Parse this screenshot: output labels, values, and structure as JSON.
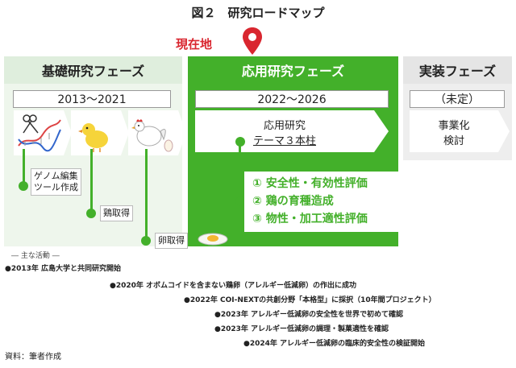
{
  "title": "図２　研究ロードマップ",
  "current_marker": {
    "label": "現在地",
    "icon": "location-pin-icon",
    "color": "#d9262f"
  },
  "phases": [
    {
      "name": "基礎研究フェーズ",
      "years": "2013〜2021"
    },
    {
      "name": "応用研究フェーズ",
      "years": "2022〜2026",
      "theme_line1": "応用研究",
      "theme_line2": "テーマ３本柱"
    },
    {
      "name": "実装フェーズ",
      "years": "（未定）",
      "box_line1": "事業化",
      "box_line2": "検討"
    }
  ],
  "pillars": [
    "① 安全性・有効性評価",
    "② 鶏の育種造成",
    "③ 物性・加工適性評価"
  ],
  "milestones": [
    {
      "label_line1": "ゲノム編集",
      "label_line2": "ツール作成"
    },
    {
      "label": "鶏取得"
    },
    {
      "label": "卵取得"
    }
  ],
  "illustrations": [
    "dna-scissors-icon",
    "chick-icon",
    "hen-and-egg-icon",
    "fried-egg-icon"
  ],
  "activities_title": "― 主な活動 ―",
  "activities": [
    "●2013年 広島大学と共同研究開始",
    "●2020年 オボムコイドを含まない鶏卵（アレルギー低減卵）の作出に成功",
    "●2022年 COI-NEXTの共創分野「本格型」に採択（10年間プロジェクト）",
    "●2023年 アレルギー低減卵の安全性を世界で初めて確認",
    "●2023年 アレルギー低減卵の調理・製菓適性を確認",
    "●2024年 アレルギー低減卵の臨床的安全性の検証開始"
  ],
  "source": "資料：筆者作成",
  "colors": {
    "green": "#43b02a",
    "light_green": "#eef6ec",
    "gray": "#eeeeee",
    "red": "#d9262f"
  }
}
